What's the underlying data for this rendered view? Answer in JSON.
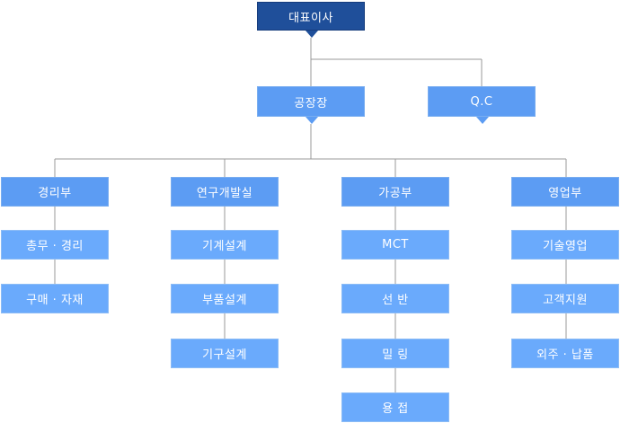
{
  "org": {
    "root": {
      "label": "대표이사",
      "color": "#1f4f9a"
    },
    "factory_head": {
      "label": "공장장",
      "color": "#5c9cf3"
    },
    "qc": {
      "label": "Q.C",
      "color": "#5c9cf3"
    },
    "departments": [
      {
        "label": "경리부",
        "teams": [
          "총무 · 경리",
          "구매 · 자재"
        ]
      },
      {
        "label": "연구개발실",
        "teams": [
          "기계설계",
          "부품설계",
          "기구설계"
        ]
      },
      {
        "label": "가공부",
        "teams": [
          "MCT",
          "선 반",
          "밀 링",
          "용 접"
        ]
      },
      {
        "label": "영업부",
        "teams": [
          "기술영업",
          "고객지원",
          "외주 · 납품"
        ]
      }
    ],
    "line_color": "#999999",
    "box_color": "#6aaafc"
  }
}
